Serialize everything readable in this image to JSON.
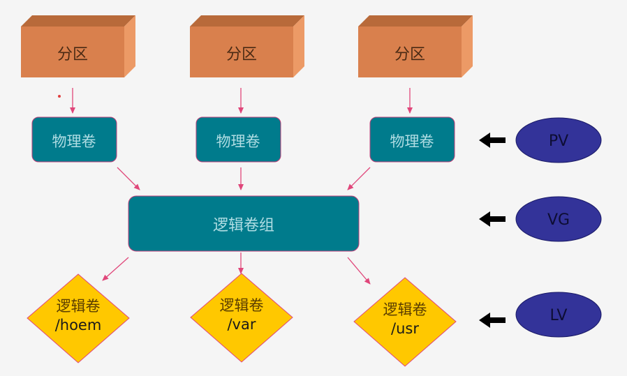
{
  "diagram": {
    "partitions": [
      {
        "label": "分区"
      },
      {
        "label": "分区"
      },
      {
        "label": "分区"
      }
    ],
    "physical_volumes": [
      {
        "label": "物理卷"
      },
      {
        "label": "物理卷"
      },
      {
        "label": "物理卷"
      }
    ],
    "volume_group": {
      "label": "逻辑卷组"
    },
    "logical_volumes": [
      {
        "title": "逻辑卷",
        "mount": "/hoem"
      },
      {
        "title": "逻辑卷",
        "mount": "/var"
      },
      {
        "title": "逻辑卷",
        "mount": "/usr"
      }
    ],
    "legend": [
      {
        "label": "PV"
      },
      {
        "label": "VG"
      },
      {
        "label": "LV"
      }
    ],
    "colors": {
      "box_front": "#d9804d",
      "box_top": "#b86a3a",
      "box_side": "#ec9a66",
      "pv_fill": "#007b8c",
      "vg_fill": "#007b8c",
      "lv_fill": "#ffc800",
      "legend_fill": "#333399",
      "arrow": "#e0467a",
      "legend_arrow": "#000000"
    }
  }
}
